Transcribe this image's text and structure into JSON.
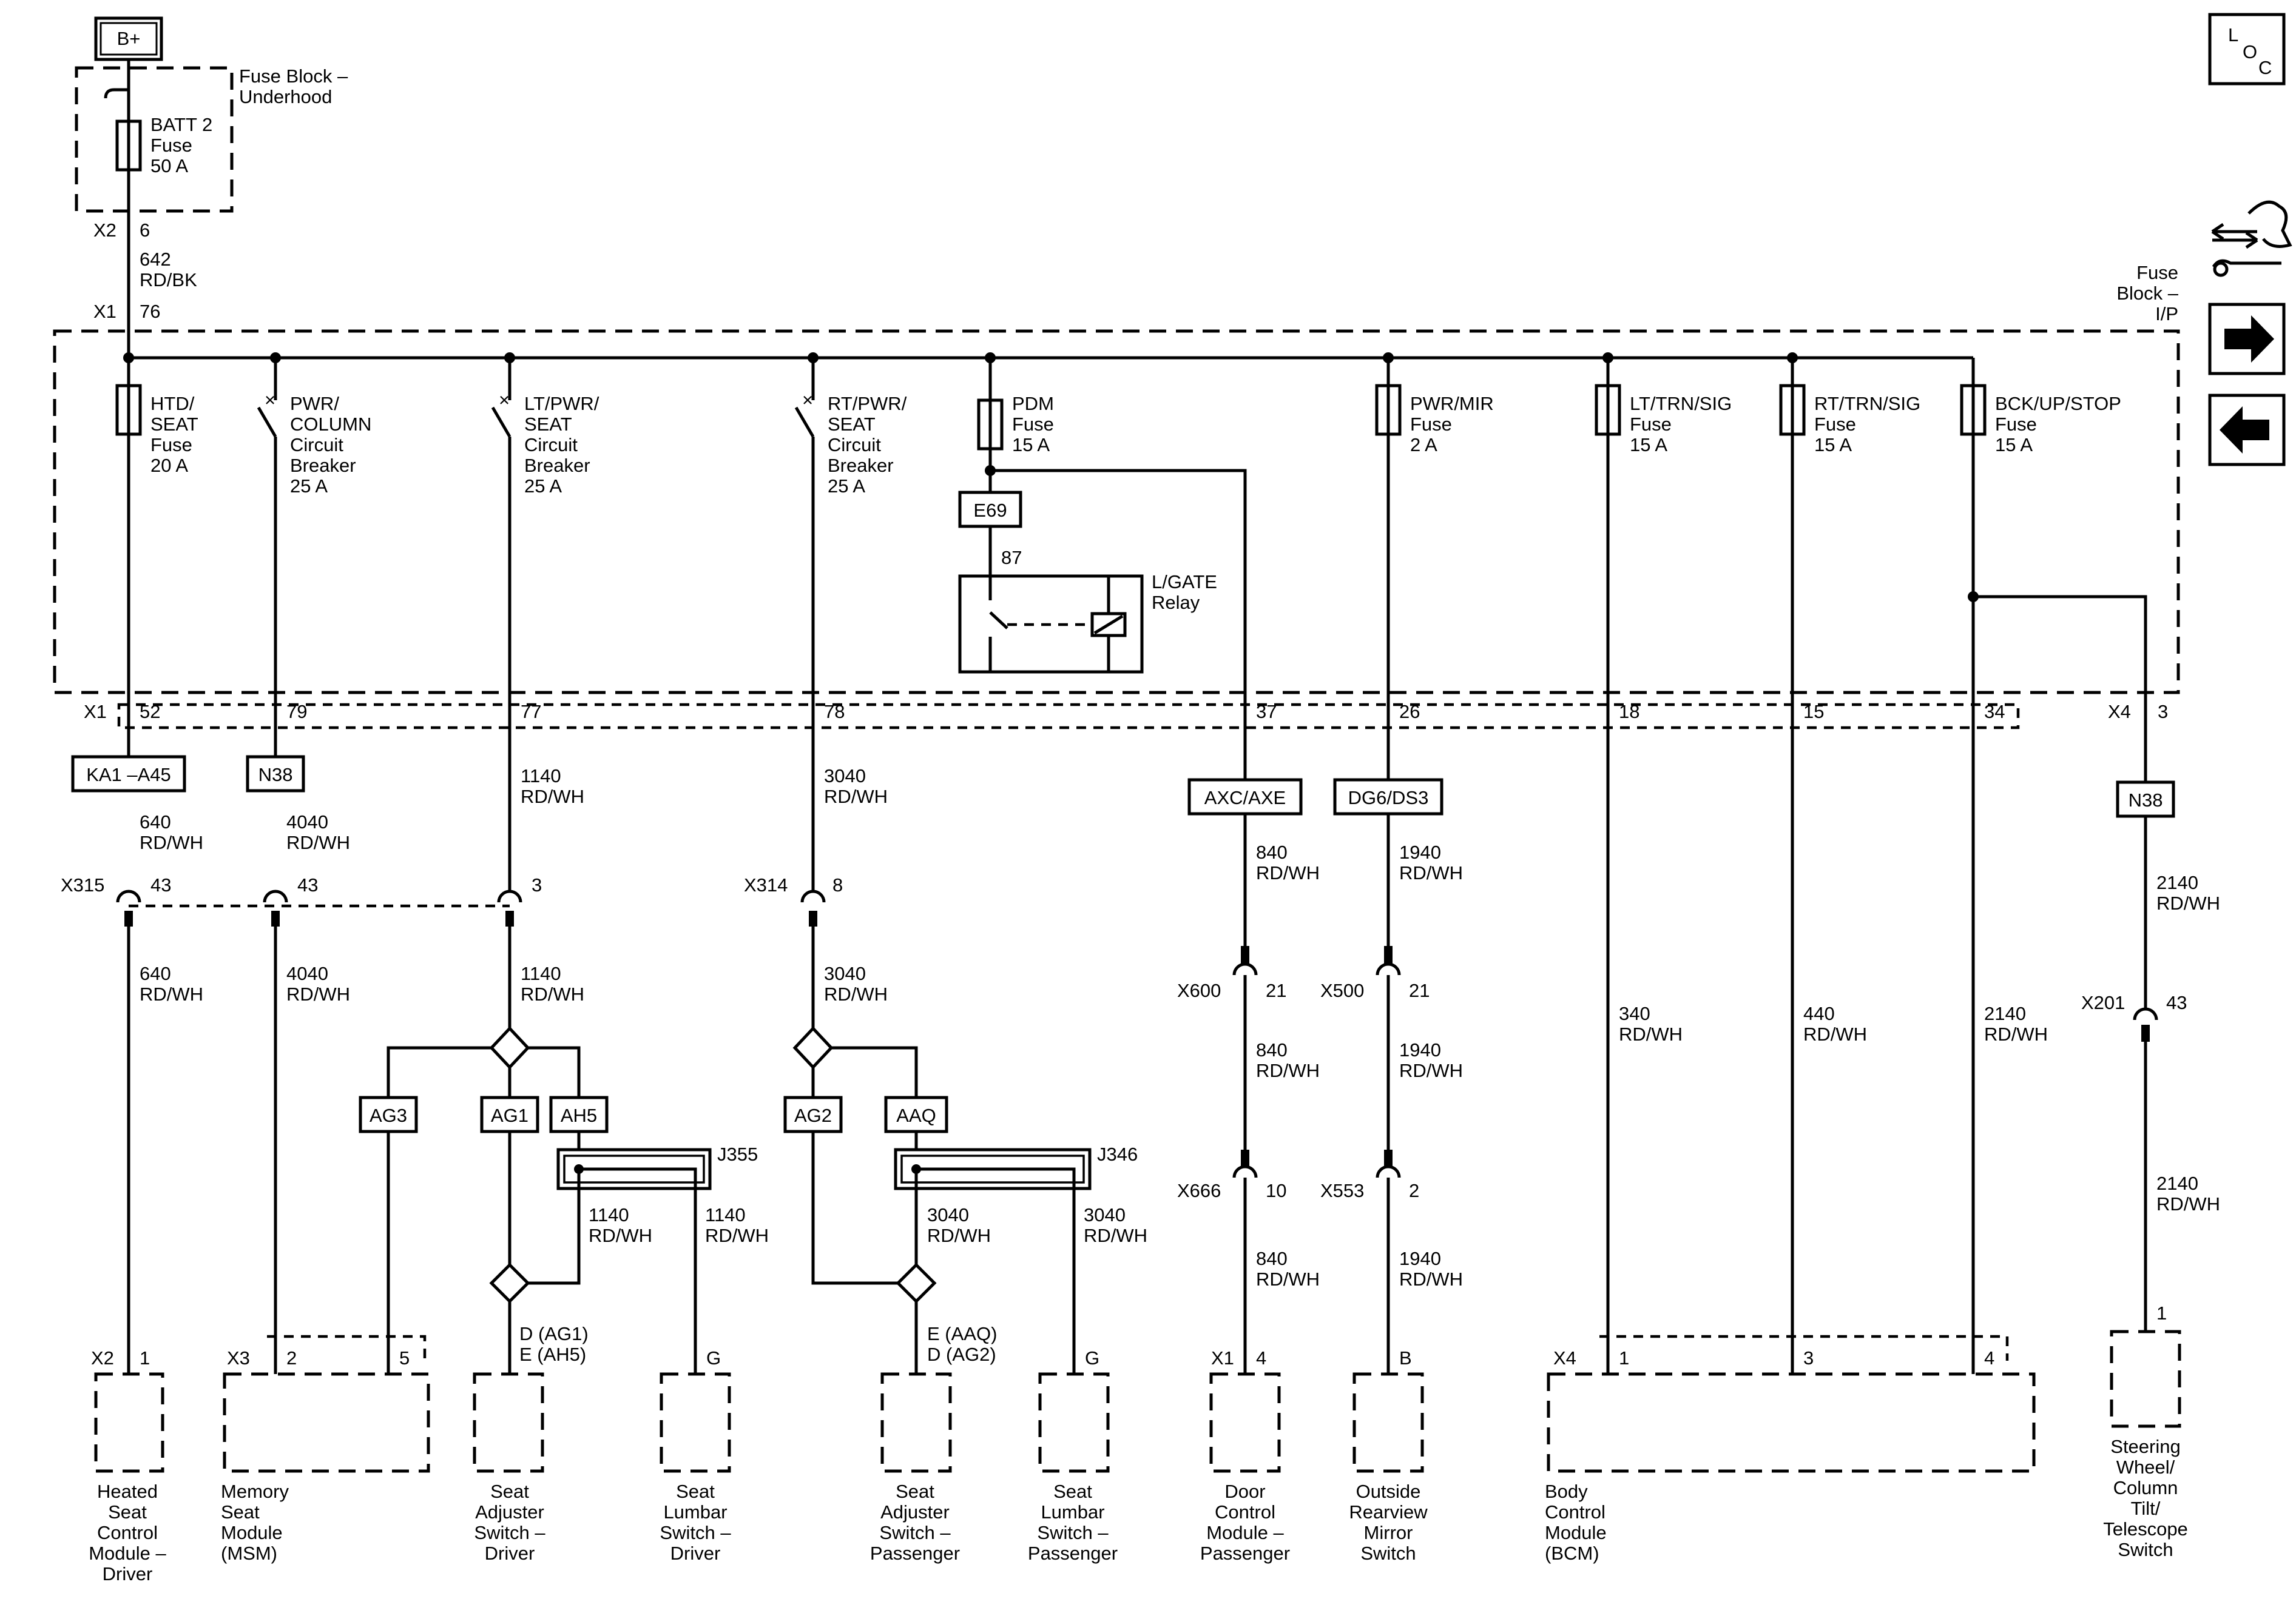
{
  "power_source": "B+",
  "fuse_block_underhood": {
    "name": [
      "Fuse Block –",
      "Underhood"
    ],
    "fuse": [
      "BATT 2",
      "Fuse",
      "50 A"
    ],
    "out_conn": "X2",
    "out_pin": "6",
    "wire": [
      "642",
      "RD/BK"
    ],
    "in_conn": "X1",
    "in_pin": "76"
  },
  "fuse_block_ip": {
    "name": [
      "Fuse",
      "Block –",
      "I/P"
    ]
  },
  "ip_devices": [
    {
      "id": "htd",
      "label": [
        "HTD/",
        "SEAT",
        "Fuse",
        "20 A"
      ]
    },
    {
      "id": "pwrcol",
      "label": [
        "PWR/",
        "COLUMN",
        "Circuit",
        "Breaker",
        "25 A"
      ]
    },
    {
      "id": "ltpwr",
      "label": [
        "LT/PWR/",
        "SEAT",
        "Circuit",
        "Breaker",
        "25 A"
      ]
    },
    {
      "id": "rtpwr",
      "label": [
        "RT/PWR/",
        "SEAT",
        "Circuit",
        "Breaker",
        "25 A"
      ]
    },
    {
      "id": "pdm",
      "label": [
        "PDM",
        "Fuse",
        "15 A"
      ]
    },
    {
      "id": "pwrmir",
      "label": [
        "PWR/MIR",
        "Fuse",
        "2 A"
      ]
    },
    {
      "id": "lttrn",
      "label": [
        "LT/TRN/SIG",
        "Fuse",
        "15 A"
      ]
    },
    {
      "id": "rttrn",
      "label": [
        "RT/TRN/SIG",
        "Fuse",
        "15 A"
      ]
    },
    {
      "id": "bck",
      "label": [
        "BCK/UP/STOP",
        "Fuse",
        "15 A"
      ]
    }
  ],
  "relay": {
    "conn": "E69",
    "pin": "87",
    "label": [
      "L/GATE",
      "Relay"
    ]
  },
  "x1_conn": "X1",
  "x1_pins": [
    "52",
    "79",
    "77",
    "78",
    "37",
    "26",
    "18",
    "15",
    "34"
  ],
  "x4_conn": "X4",
  "x4_pin": "3",
  "options": [
    "KA1 –A45",
    "N38",
    "AXC/AXE",
    "DG6/DS3",
    "N38"
  ],
  "wires": {
    "w640": [
      "640",
      "RD/WH"
    ],
    "w4040": [
      "4040",
      "RD/WH"
    ],
    "w1140": [
      "1140",
      "RD/WH"
    ],
    "w3040": [
      "3040",
      "RD/WH"
    ],
    "w840": [
      "840",
      "RD/WH"
    ],
    "w1940": [
      "1940",
      "RD/WH"
    ],
    "w340": [
      "340",
      "RD/WH"
    ],
    "w440": [
      "440",
      "RD/WH"
    ],
    "w2140": [
      "2140",
      "RD/WH"
    ]
  },
  "inline_connectors": {
    "x315": {
      "name": "X315",
      "pins": [
        "43",
        "43",
        "3"
      ]
    },
    "x314": {
      "name": "X314",
      "pin": "8"
    },
    "x600": {
      "name": "X600",
      "pin": "21"
    },
    "x500": {
      "name": "X500",
      "pin": "21"
    },
    "x666": {
      "name": "X666",
      "pin": "10"
    },
    "x553": {
      "name": "X553",
      "pin": "2"
    },
    "x201": {
      "name": "X201",
      "pin": "43"
    }
  },
  "splice_options": [
    "AG3",
    "AG1",
    "AH5",
    "AG2",
    "AAQ"
  ],
  "splices": [
    "J355",
    "J346"
  ],
  "components": [
    {
      "id": "hscm",
      "conn": "X2",
      "pins": [
        "1"
      ],
      "label": [
        "Heated",
        "Seat",
        "Control",
        "Module –",
        "Driver"
      ]
    },
    {
      "id": "msm",
      "conn": "X3",
      "pins": [
        "2",
        "5"
      ],
      "label": [
        "Memory",
        "Seat",
        "Module",
        "(MSM)"
      ]
    },
    {
      "id": "sasd",
      "pins": [
        "D (AG1)",
        "E (AH5)"
      ],
      "label": [
        "Seat",
        "Adjuster",
        "Switch –",
        "Driver"
      ]
    },
    {
      "id": "slsd",
      "pins": [
        "G"
      ],
      "label": [
        "Seat",
        "Lumbar",
        "Switch –",
        "Driver"
      ]
    },
    {
      "id": "sasp",
      "pins": [
        "E (AAQ)",
        "D (AG2)"
      ],
      "label": [
        "Seat",
        "Adjuster",
        "Switch –",
        "Passenger"
      ]
    },
    {
      "id": "slsp",
      "pins": [
        "G"
      ],
      "label": [
        "Seat",
        "Lumbar",
        "Switch –",
        "Passenger"
      ]
    },
    {
      "id": "dcm",
      "conn": "X1",
      "pins": [
        "4"
      ],
      "label": [
        "Door",
        "Control",
        "Module –",
        "Passenger"
      ]
    },
    {
      "id": "orvm",
      "pins": [
        "B"
      ],
      "label": [
        "Outside",
        "Rearview",
        "Mirror",
        "Switch"
      ]
    },
    {
      "id": "bcm",
      "conn": "X4",
      "pins": [
        "1",
        "3",
        "4"
      ],
      "label": [
        "Body",
        "Control",
        "Module",
        "(BCM)"
      ]
    },
    {
      "id": "swcs",
      "pins": [
        "1"
      ],
      "label": [
        "Steering",
        "Wheel/",
        "Column",
        "Tilt/",
        "Telescope",
        "Switch"
      ]
    }
  ],
  "nav": {
    "loc": [
      "L",
      "O",
      "C"
    ],
    "icons": [
      "service-info-icon",
      "next-arrow-icon",
      "previous-arrow-icon"
    ]
  }
}
